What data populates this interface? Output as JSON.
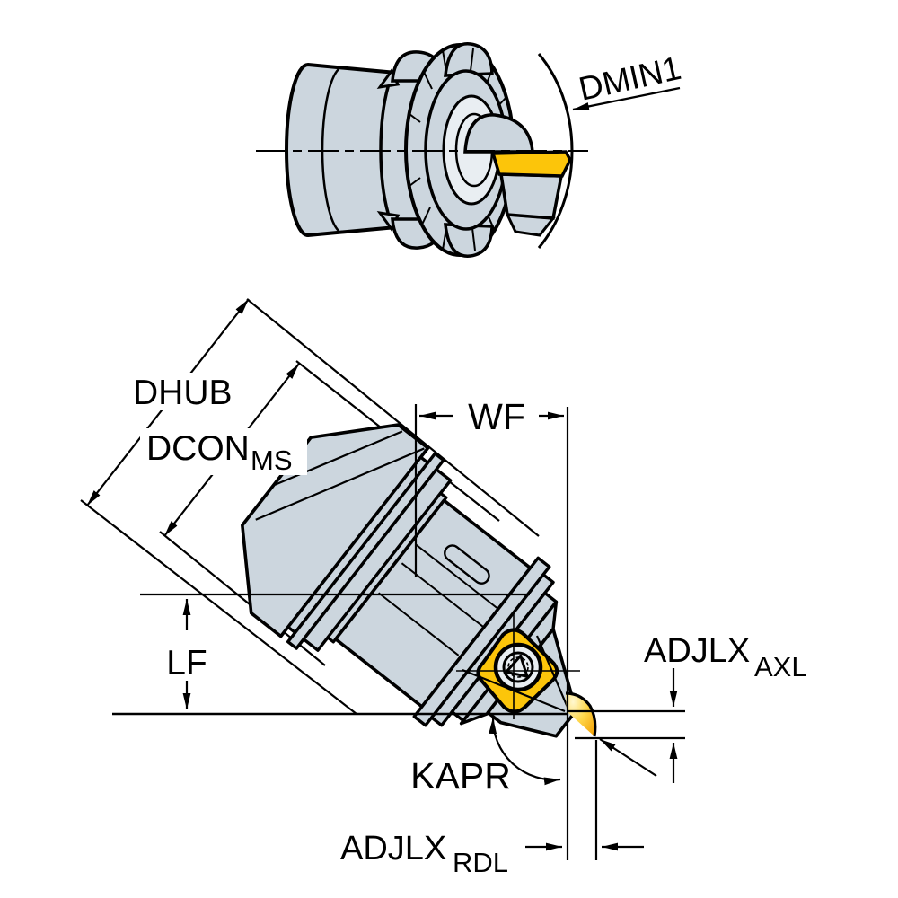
{
  "drawing": {
    "type": "technical-dimension-drawing",
    "subject": "turning tool cutting head with insert, end view and tilted side view"
  },
  "colors": {
    "background": "#ffffff",
    "outline": "#000000",
    "body": "#ccd6de",
    "body_light": "#e9eef2",
    "insert": "#fcc50a",
    "nose_inner": "#fff8d0",
    "nose_outer": "#f29e00"
  },
  "labels": {
    "dmin1": "DMIN1",
    "dhub": "DHUB",
    "dcon": "DCON",
    "dcon_sub": "MS",
    "wf": "WF",
    "lf": "LF",
    "adjlx_axial": "ADJLX",
    "adjlx_axial_sub": "AXL",
    "kapr": "KAPR",
    "adjlx_radial": "ADJLX",
    "adjlx_radial_sub": "RDL"
  }
}
